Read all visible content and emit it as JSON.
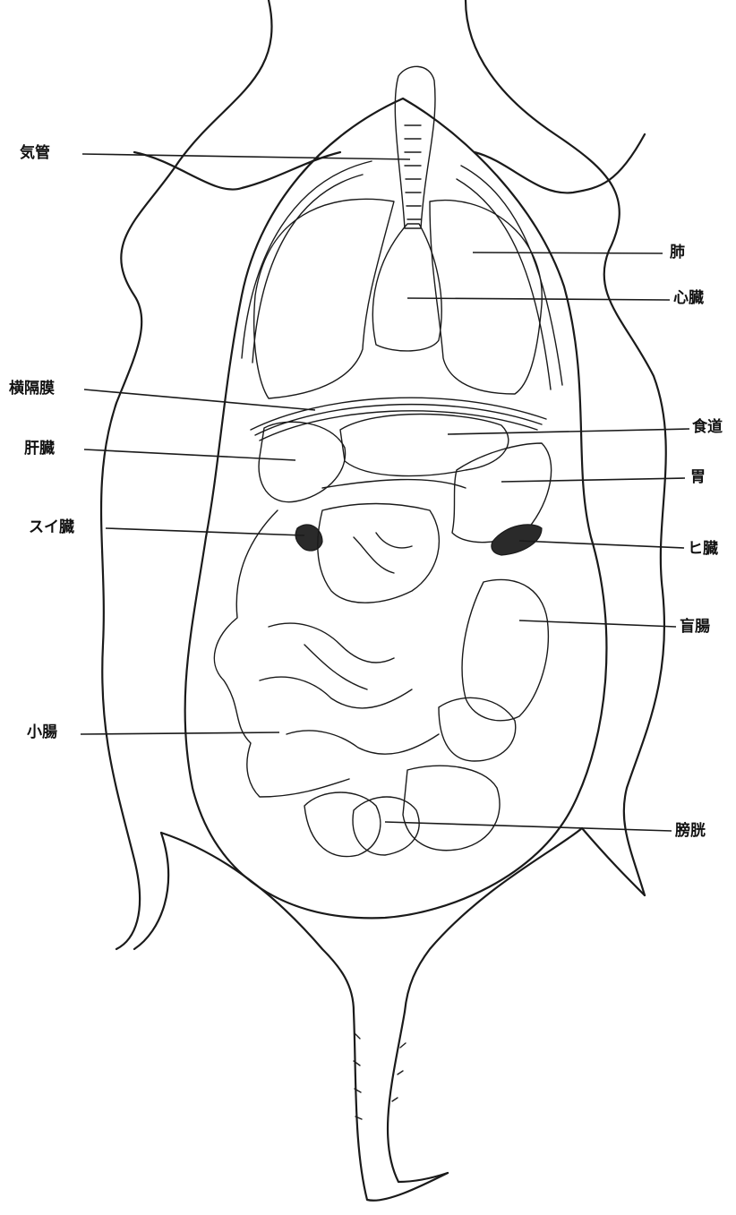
{
  "labels": {
    "trachea": "気管",
    "lung": "肺",
    "heart": "心臓",
    "diaphragm": "横隔膜",
    "liver": "肝臓",
    "esophagus": "食道",
    "stomach": "胃",
    "pancreas": "スイ臓",
    "spleen": "ヒ臓",
    "cecum": "盲腸",
    "small_intestine": "小腸",
    "bladder": "膀胱"
  }
}
